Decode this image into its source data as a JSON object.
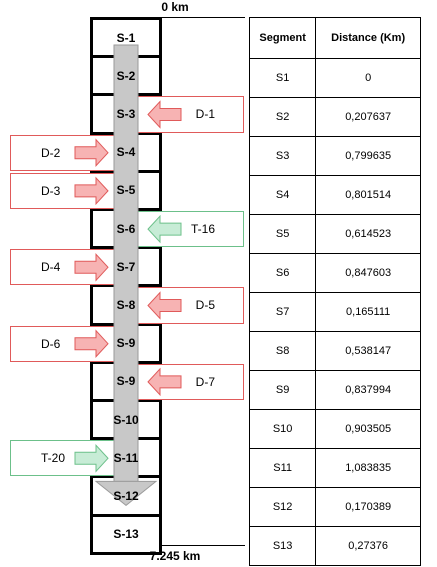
{
  "top_label": "0 km",
  "bottom_label": "7.245 km",
  "segments": [
    "S-1",
    "S-2",
    "S-3",
    "S-4",
    "S-5",
    "S-6",
    "S-7",
    "S-8",
    "S-9",
    "S-9",
    "S-10",
    "S-11",
    "S-12",
    "S-13"
  ],
  "callouts": [
    {
      "label": "D-1",
      "segment": "S-3",
      "side": "right",
      "color": "red"
    },
    {
      "label": "D-2",
      "segment": "S-4",
      "side": "left",
      "color": "red"
    },
    {
      "label": "D-3",
      "segment": "S-5",
      "side": "left",
      "color": "red"
    },
    {
      "label": "T-16",
      "segment": "S-6",
      "side": "right",
      "color": "green"
    },
    {
      "label": "D-4",
      "segment": "S-7",
      "side": "left",
      "color": "red"
    },
    {
      "label": "D-5",
      "segment": "S-8",
      "side": "right",
      "color": "red"
    },
    {
      "label": "D-6",
      "segment": "S-9",
      "side": "left",
      "color": "red"
    },
    {
      "label": "D-7",
      "segment": "S-9",
      "side": "right",
      "color": "red"
    },
    {
      "label": "T-20",
      "segment": "S-11",
      "side": "left",
      "color": "green"
    }
  ],
  "colors": {
    "red_border": "#e05a5a",
    "red_arrow": "#f7b3b3",
    "green_border": "#6cc08a",
    "green_arrow": "#c7ecd6",
    "flow_arrow": "#c8c8c8"
  },
  "table": {
    "headers": [
      "Segment",
      "Distance (Km)"
    ],
    "rows": [
      [
        "S1",
        "0"
      ],
      [
        "S2",
        "0,207637"
      ],
      [
        "S3",
        "0,799635"
      ],
      [
        "S4",
        "0,801514"
      ],
      [
        "S5",
        "0,614523"
      ],
      [
        "S6",
        "0,847603"
      ],
      [
        "S7",
        "0,165111"
      ],
      [
        "S8",
        "0,538147"
      ],
      [
        "S9",
        "0,837994"
      ],
      [
        "S10",
        "0,903505"
      ],
      [
        "S11",
        "1,083835"
      ],
      [
        "S12",
        "0,170389"
      ],
      [
        "S13",
        "0,27376"
      ]
    ]
  }
}
